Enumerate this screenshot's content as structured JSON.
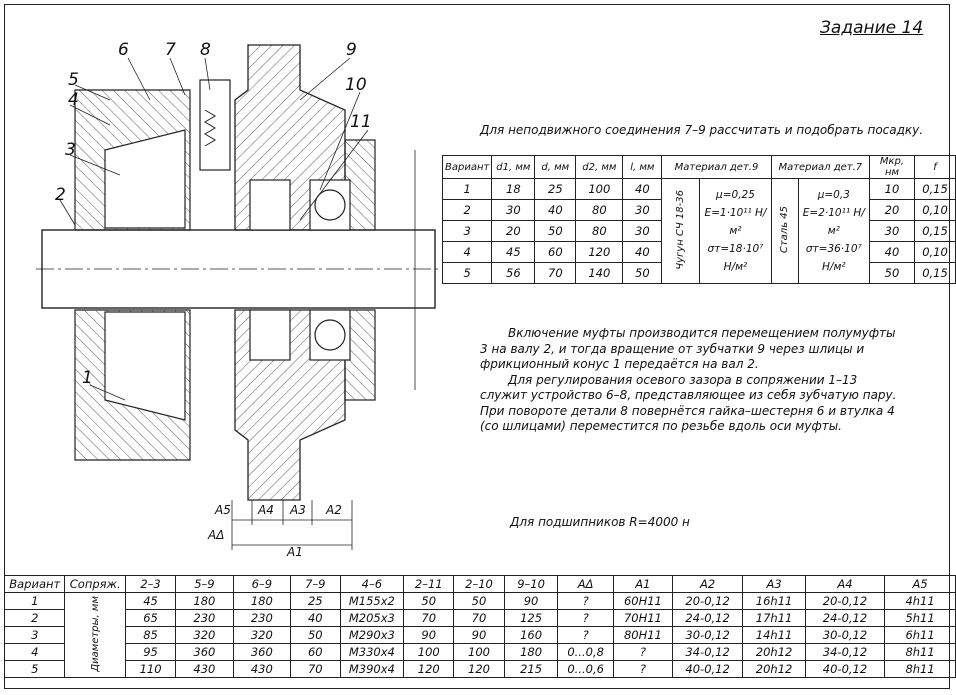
{
  "title": "Задание 14",
  "task": "Для неподвижного соединения 7–9 рассчитать и подобрать посадку.",
  "drawing_labels": [
    "6",
    "7",
    "8",
    "9",
    "10",
    "11",
    "5",
    "4",
    "3",
    "2",
    "1"
  ],
  "dim_labels": {
    "a5": "A5",
    "a4": "A4",
    "a3": "A3",
    "a2": "A2",
    "ad": "AΔ",
    "a1": "A1"
  },
  "mat_table": {
    "headers": [
      "Вариант",
      "d1, мм",
      "d, мм",
      "d2, мм",
      "l, мм",
      "Материал дет.9",
      "Материал дет.7",
      "Mкр, нм",
      "f"
    ],
    "rows": [
      [
        "1",
        "18",
        "25",
        "100",
        "40",
        "10",
        "0,15"
      ],
      [
        "2",
        "30",
        "40",
        "80",
        "30",
        "20",
        "0,10"
      ],
      [
        "3",
        "20",
        "50",
        "80",
        "30",
        "30",
        "0,15"
      ],
      [
        "4",
        "45",
        "60",
        "120",
        "40",
        "40",
        "0,10"
      ],
      [
        "5",
        "56",
        "70",
        "140",
        "50",
        "50",
        "0,15"
      ]
    ],
    "mat9_name": "Чугун СЧ 18-36",
    "mat9_mu": "μ=0,25",
    "mat9_e": "E=1·10¹¹ Н/м²",
    "mat9_s": "σт=18·10⁷ Н/м²",
    "mat7_name": "Сталь 45",
    "mat7_mu": "μ=0,3",
    "mat7_e": "E=2·10¹¹ Н/м²",
    "mat7_s": "σт=36·10⁷ Н/м²"
  },
  "desc_p1": "Включение муфты производится перемещением полумуфты 3 на валу 2, и тогда вращение от зубчатки 9 через шлицы и фрикционный конус 1 передаётся на вал 2.",
  "desc_p2": "Для регулирования осевого зазора в сопряжении 1–13 служит устройство 6–8, представляющее из себя зубчатую пару. При повороте детали 8 повернётся гайка–шестерня 6 и втулка 4 (со шлицами) переместится по резьбе вдоль оси муфты.",
  "bearings": "Для подшипников R=4000 н",
  "bottom_table": {
    "headers": [
      "Вариант",
      "Сопряж.",
      "2–3",
      "5–9",
      "6–9",
      "7–9",
      "4–6",
      "2–11",
      "2–10",
      "9–10",
      "AΔ",
      "A1",
      "A2",
      "A3",
      "A4",
      "A5"
    ],
    "side": "Диаметры, мм",
    "rows": [
      [
        "1",
        "45",
        "180",
        "180",
        "25",
        "M155x2",
        "50",
        "50",
        "90",
        "?",
        "60H11",
        "20-0,12",
        "16h11",
        "20-0,12",
        "4h11"
      ],
      [
        "2",
        "65",
        "230",
        "230",
        "40",
        "M205x3",
        "70",
        "70",
        "125",
        "?",
        "70H11",
        "24-0,12",
        "17h11",
        "24-0,12",
        "5h11"
      ],
      [
        "3",
        "85",
        "320",
        "320",
        "50",
        "M290x3",
        "90",
        "90",
        "160",
        "?",
        "80H11",
        "30-0,12",
        "14h11",
        "30-0,12",
        "6h11"
      ],
      [
        "4",
        "95",
        "360",
        "360",
        "60",
        "M330x4",
        "100",
        "100",
        "180",
        "0...0,8",
        "?",
        "34-0,12",
        "20h12",
        "34-0,12",
        "8h11"
      ],
      [
        "5",
        "110",
        "430",
        "430",
        "70",
        "M390x4",
        "120",
        "120",
        "215",
        "0...0,6",
        "?",
        "40-0,12",
        "20h12",
        "40-0,12",
        "8h11"
      ]
    ]
  }
}
